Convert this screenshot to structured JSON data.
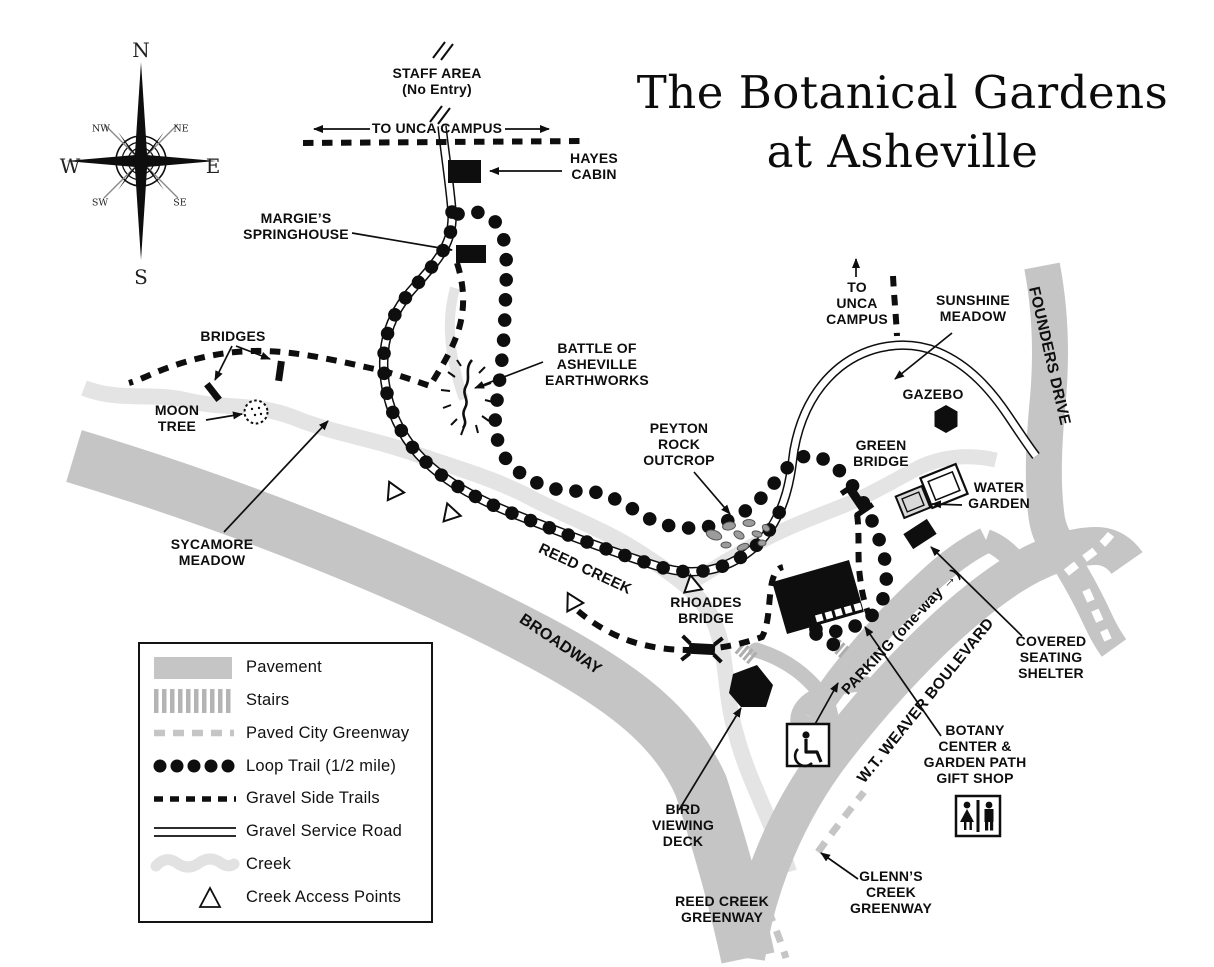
{
  "title": {
    "line1": "The Botanical Gardens",
    "line2": "at Asheville"
  },
  "compass": {
    "n": "N",
    "e": "E",
    "s": "S",
    "w": "W",
    "nw": "NW",
    "ne": "NE",
    "sw": "SW",
    "se": "SE"
  },
  "labels": {
    "staff_area": "STAFF AREA\n(No Entry)",
    "to_unca_top": "TO UNCA CAMPUS",
    "hayes_cabin": "HAYES\nCABIN",
    "margies_springhouse": "MARGIE’S\nSPRINGHOUSE",
    "bridges": "BRIDGES",
    "moon_tree": "MOON\nTREE",
    "battle_earthworks": "BATTLE OF\nASHEVILLE\nEARTHWORKS",
    "peyton_rock": "PEYTON\nROCK\nOUTCROP",
    "to_unca_right": "TO\nUNCA\nCAMPUS",
    "sunshine_meadow": "SUNSHINE\nMEADOW",
    "gazebo": "GAZEBO",
    "founders_drive": "FOUNDERS DRIVE",
    "green_bridge": "GREEN\nBRIDGE",
    "water_garden": "WATER\nGARDEN",
    "sycamore_meadow": "SYCAMORE\nMEADOW",
    "reed_creek": "REED CREEK",
    "broadway": "BROADWAY",
    "rhoades_bridge": "RHOADES\nBRIDGE",
    "parking": "PARKING (one-way →)",
    "wt_weaver": "W.T. WEAVER BOULEVARD",
    "covered_shelter": "COVERED\nSEATING\nSHELTER",
    "botany_center": "BOTANY\nCENTER &\nGARDEN PATH\nGIFT SHOP",
    "bird_deck": "BIRD\nVIEWING\nDECK",
    "reed_creek_greenway": "REED CREEK\nGREENWAY",
    "glenns_greenway": "GLENN’S\nCREEK\nGREENWAY"
  },
  "legend": {
    "items": [
      "Pavement",
      "Stairs",
      "Paved City Greenway",
      "Loop Trail (1/2 mile)",
      "Gravel Side Trails",
      "Gravel Service Road",
      "Creek",
      "Creek Access Points"
    ]
  },
  "colors": {
    "pavement_gray": "#c5c5c5",
    "stairs_gray": "#b4b4b4",
    "creek_gray": "#e4e4e4",
    "rock_gray": "#9c9c9c",
    "ink_black": "#0e0e0e"
  }
}
